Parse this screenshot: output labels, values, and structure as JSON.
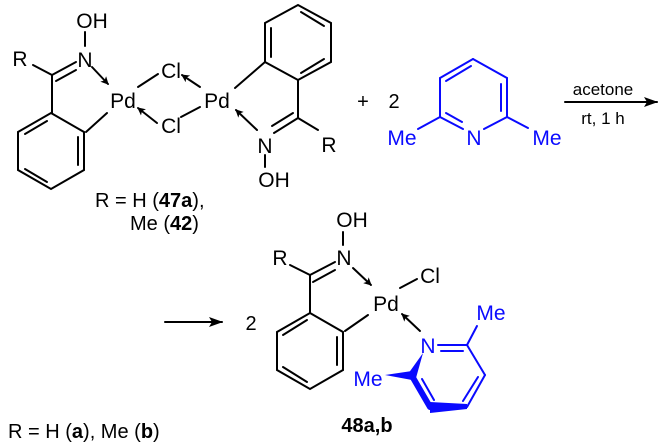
{
  "reactant_dimer": {
    "R1": "R",
    "N1": "N",
    "OH1": "OH",
    "Pd1": "Pd",
    "Cl1": "Cl",
    "Cl2": "Cl",
    "Pd2": "Pd",
    "N2": "N",
    "OH2": "OH",
    "R2": "R"
  },
  "reactant_label": {
    "line1_prefix": "R = H (",
    "line1_bold": "47a",
    "line1_suffix": "),",
    "line2_prefix": "Me (",
    "line2_bold": "42",
    "line2_suffix": ")"
  },
  "plus": "+",
  "lutidine_coefficient": "2",
  "lutidine": {
    "me_left": "Me",
    "N": "N",
    "me_right": "Me"
  },
  "conditions": {
    "above_arrow": "acetone",
    "below_arrow": "rt, 1 h"
  },
  "product_coefficient": "2",
  "product": {
    "R": "R",
    "N": "N",
    "OH": "OH",
    "Pd": "Pd",
    "Cl": "Cl",
    "py_N": "N",
    "py_me_right": "Me",
    "py_me_left": "Me"
  },
  "product_label": "48a,b",
  "footnote": {
    "prefix": "R = H (",
    "a": "a",
    "middle": "), Me (",
    "b": "b",
    "suffix": ")"
  },
  "colors": {
    "ligand": "#0a0aff",
    "ink": "#000000"
  }
}
